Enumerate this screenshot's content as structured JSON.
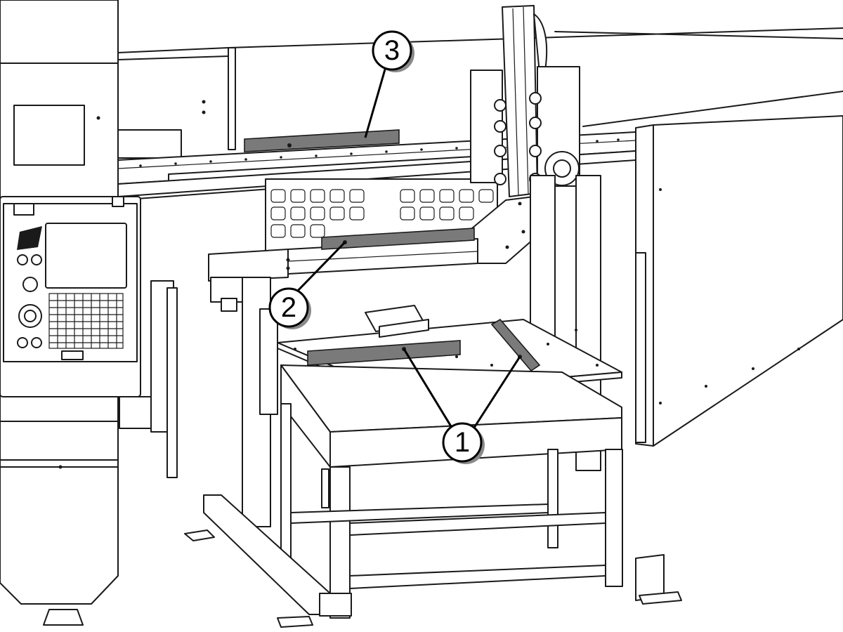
{
  "callouts": [
    {
      "label": "1"
    },
    {
      "label": "2"
    },
    {
      "label": "3"
    }
  ],
  "icons": {
    "machine": "cnc-machine-enclosure",
    "control": "control-pendant",
    "gantry": "gantry-loader",
    "table": "loading-table",
    "level": "spirit-level"
  },
  "colors": {
    "line": "#1a1a1a",
    "level": "#7a7a7a",
    "background": "#ffffff"
  }
}
